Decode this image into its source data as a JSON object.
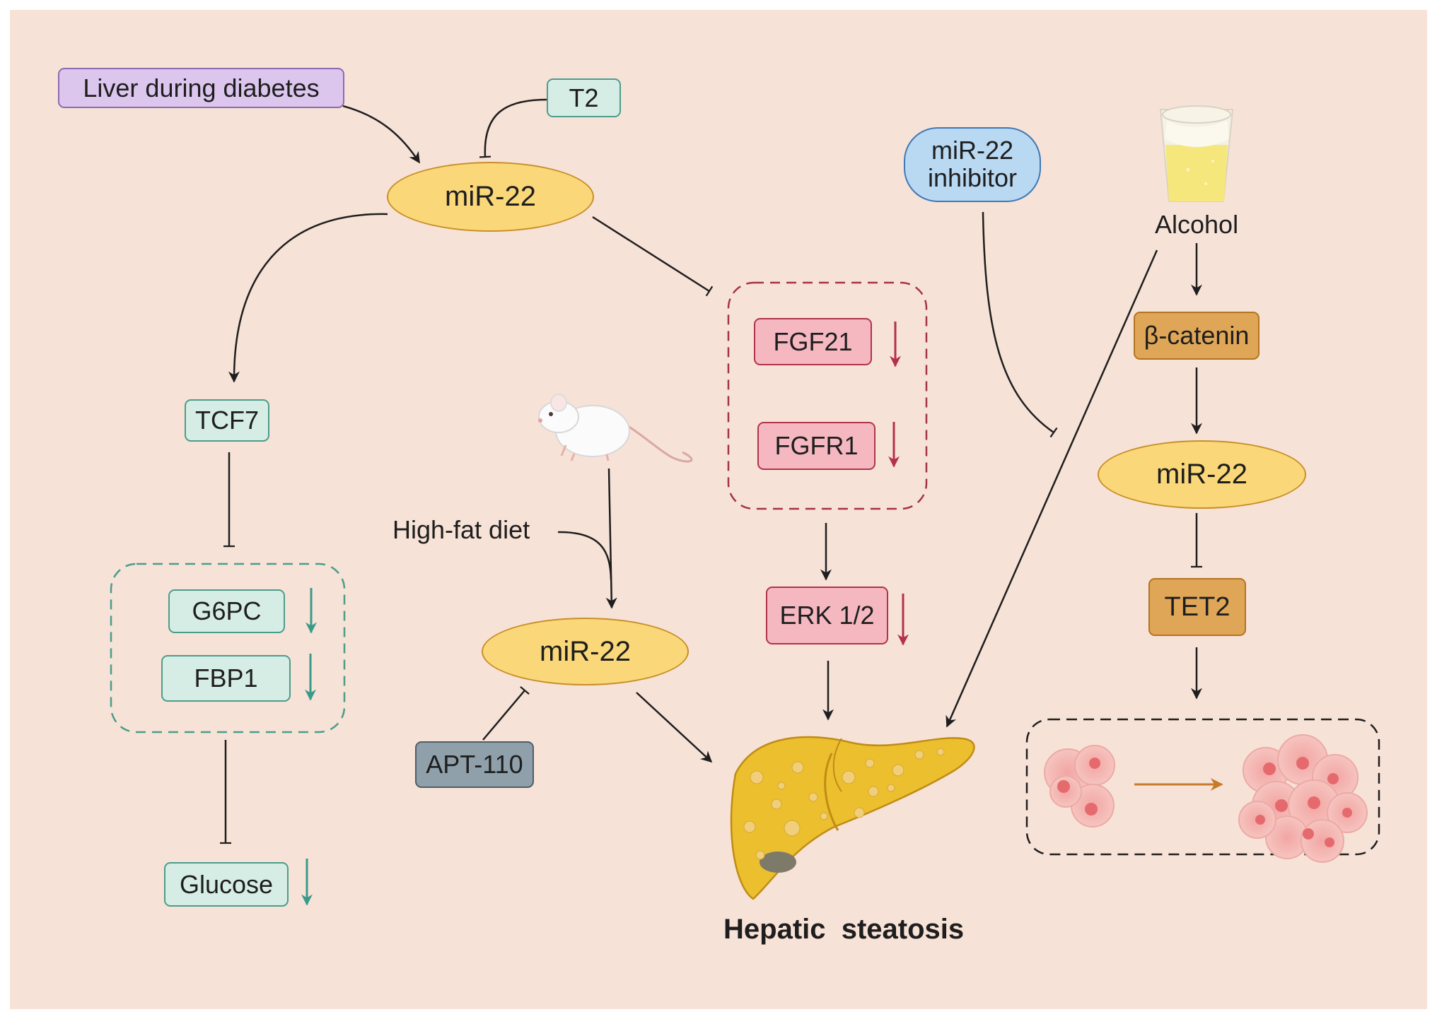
{
  "nodes": {
    "liver_during_diabetes": "Liver during diabetes",
    "t2": "T2",
    "mir22_top": "miR-22",
    "tcf7": "TCF7",
    "g6pc": "G6PC",
    "fbp1": "FBP1",
    "glucose": "Glucose",
    "high_fat_diet": "High-fat diet",
    "mir22_mid": "miR-22",
    "apt110": "APT-110",
    "fgf21": "FGF21",
    "fgfr1": "FGFR1",
    "erk12": "ERK 1/2",
    "mir22_inhibitor_line1": "miR-22",
    "mir22_inhibitor_line2": "inhibitor",
    "alcohol": "Alcohol",
    "beta_catenin": "β-catenin",
    "mir22_right": "miR-22",
    "tet2": "TET2",
    "hepatic_steatosis": "Hepatic  steatosis"
  },
  "colors": {
    "background": "#f7e2d7",
    "teal_box": "#d6ede6",
    "teal_border": "#4a9d8b",
    "pink_box": "#f5b8c1",
    "pink_border": "#b1334b",
    "orange_box": "#dfa657",
    "mir22_fill": "#fad87a",
    "lavender_box": "#dcc6ee",
    "blue_bubble": "#b9d9f3",
    "gray_box": "#8fa0ab",
    "liver": "#ecbf2e",
    "down_arrow_teal": "#3a9a89",
    "down_arrow_red": "#b3324a"
  },
  "icons": [
    "mouse-icon",
    "alcohol-glass-icon",
    "liver-icon",
    "hepatocyte-cells-icon"
  ]
}
